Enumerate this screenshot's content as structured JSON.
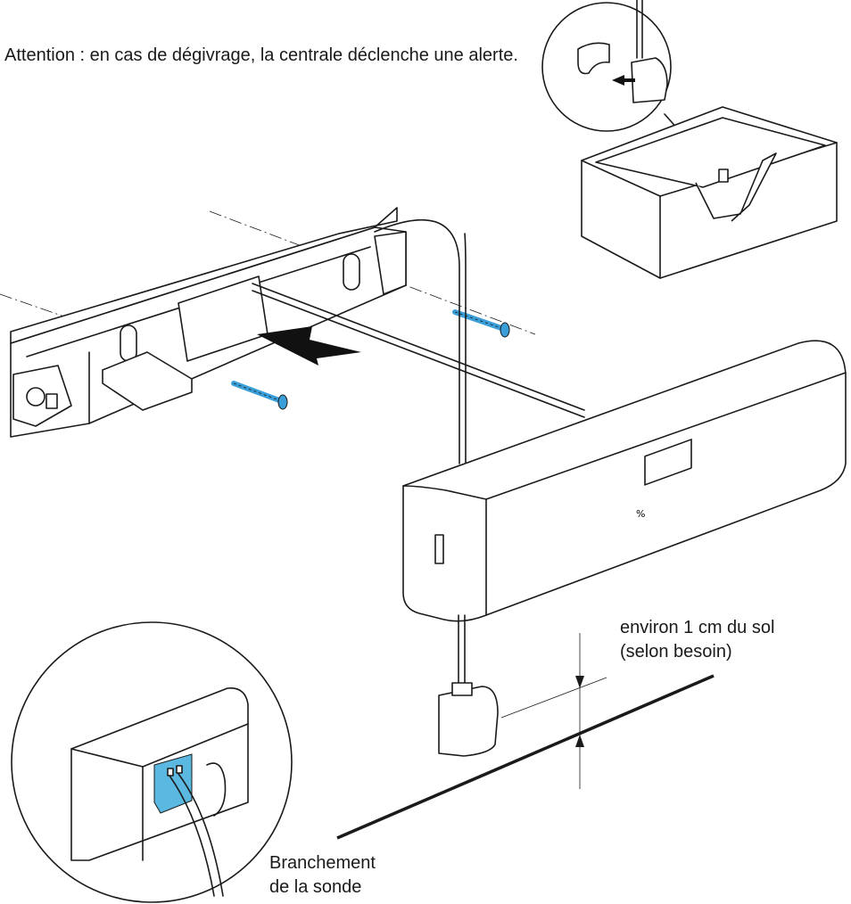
{
  "texts": {
    "warning": "Attention : en cas de dégivrage, la centrale déclenche une alerte.",
    "height_line1": "environ 1 cm du sol",
    "height_line2": "(selon besoin)",
    "connector_line1": "Branchement",
    "connector_line2": "de la sonde"
  },
  "colors": {
    "screw": "#3a9fd8",
    "terminal_block": "#5bb8e0",
    "arrow": "#111111"
  },
  "icons": {
    "mount_arrow": "black-arrow-icon",
    "clip_arrow": "small-arrow-icon"
  }
}
